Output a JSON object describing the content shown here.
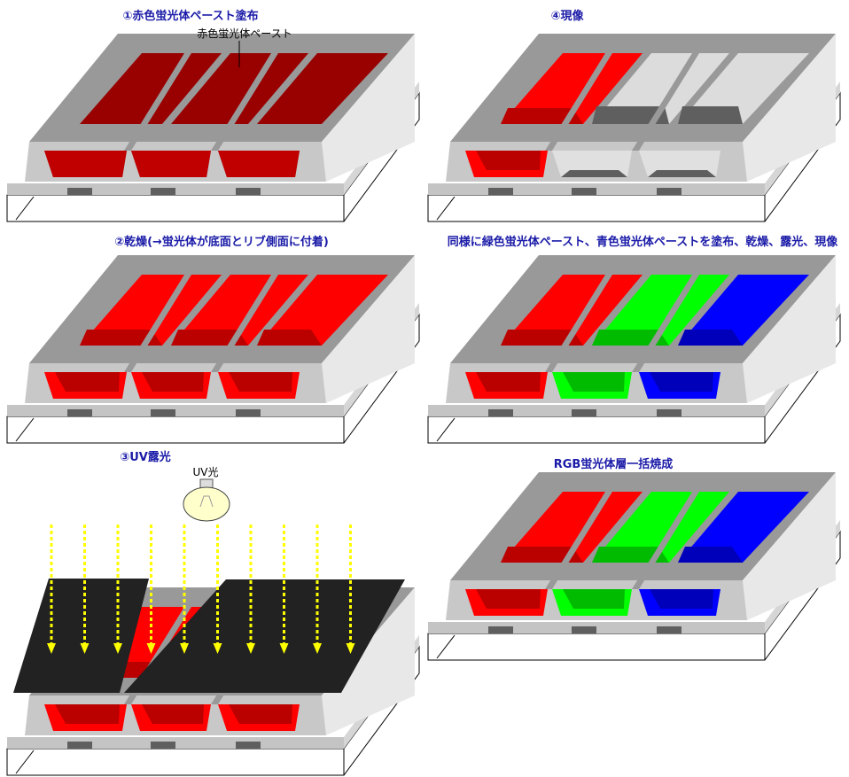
{
  "panels": {
    "step1": {
      "title": "①赤色蛍光体ペースト塗布",
      "callout": "赤色蛍光体ペースト"
    },
    "step2": {
      "title": "②乾燥(→蛍光体が底面とリブ側面に付着)"
    },
    "step3": {
      "title": "③UV露光",
      "lamp_label": "UV光"
    },
    "step4": {
      "title": "④現像"
    },
    "step5": {
      "title": "同様に緑色蛍光体ペースト、青色蛍光体ペーストを塗布、乾燥、露光、現像"
    },
    "step6": {
      "title": "RGB蛍光体層一括焼成"
    }
  },
  "colors": {
    "title_text": "#1a1aa8",
    "rib_light": "#e8e8e8",
    "rib_mid": "#c8c8c8",
    "rib_top": "#999999",
    "glass_line": "#000000",
    "electrode": "#5f5f5f",
    "red_paste": "#990000",
    "red": "#ff0000",
    "red_dark": "#bb0000",
    "green": "#00ff00",
    "green_dark": "#00bb00",
    "blue": "#0000ff",
    "blue_dark": "#0000bb",
    "mask": "#222222",
    "uv_arrow": "#ffff00"
  },
  "cells": {
    "step1": [
      "paste",
      "paste",
      "paste",
      "paste",
      "paste",
      "paste"
    ],
    "step2": [
      "red",
      "red",
      "red",
      "red",
      "red",
      "red"
    ],
    "step3": [
      "red",
      "red",
      "red",
      "red",
      "red",
      "red"
    ],
    "step4": [
      "red",
      "empty",
      "empty",
      "red",
      "empty",
      "empty"
    ],
    "step5": [
      "red",
      "green",
      "blue",
      "red",
      "green",
      "blue"
    ],
    "step6": [
      "red",
      "green",
      "blue",
      "red",
      "green",
      "blue"
    ]
  }
}
